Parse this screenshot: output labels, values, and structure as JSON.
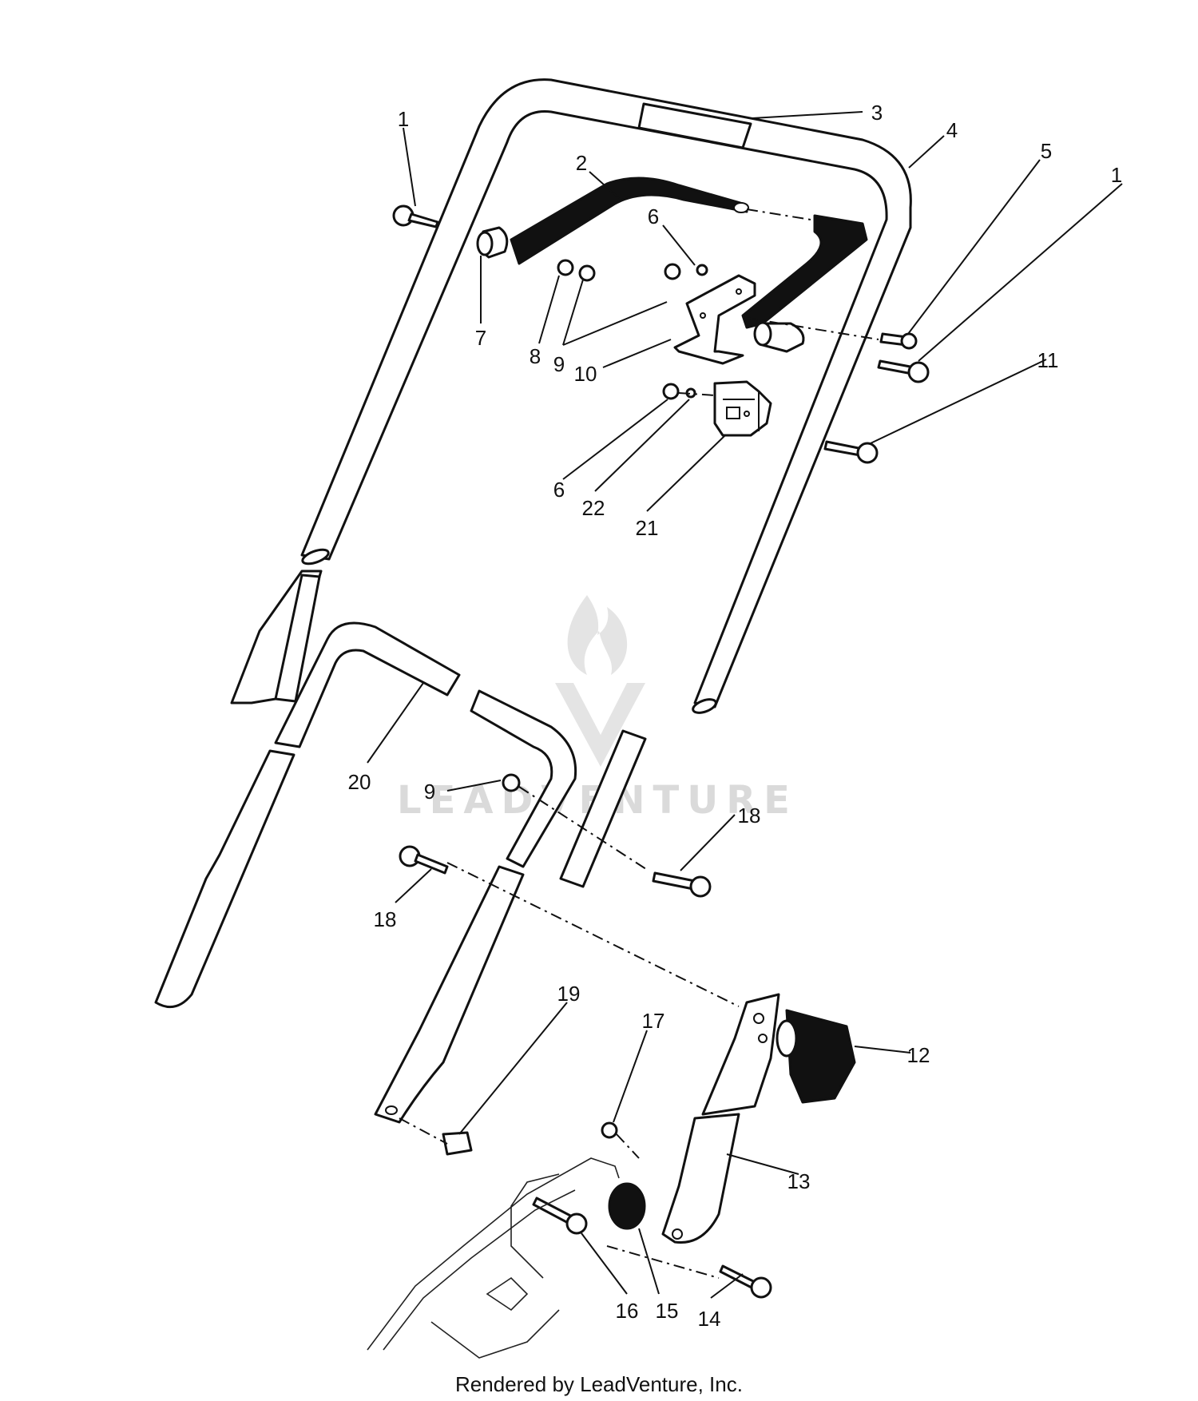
{
  "diagram": {
    "callouts": [
      {
        "id": "c1a",
        "label": "1"
      },
      {
        "id": "c1b",
        "label": "1"
      },
      {
        "id": "c2",
        "label": "2"
      },
      {
        "id": "c3",
        "label": "3"
      },
      {
        "id": "c4",
        "label": "4"
      },
      {
        "id": "c5",
        "label": "5"
      },
      {
        "id": "c6a",
        "label": "6"
      },
      {
        "id": "c6b",
        "label": "6"
      },
      {
        "id": "c7",
        "label": "7"
      },
      {
        "id": "c8",
        "label": "8"
      },
      {
        "id": "c9a",
        "label": "9"
      },
      {
        "id": "c9b",
        "label": "9"
      },
      {
        "id": "c10",
        "label": "10"
      },
      {
        "id": "c11",
        "label": "11"
      },
      {
        "id": "c12",
        "label": "12"
      },
      {
        "id": "c13",
        "label": "13"
      },
      {
        "id": "c14",
        "label": "14"
      },
      {
        "id": "c15",
        "label": "15"
      },
      {
        "id": "c16",
        "label": "16"
      },
      {
        "id": "c17",
        "label": "17"
      },
      {
        "id": "c18a",
        "label": "18"
      },
      {
        "id": "c18b",
        "label": "18"
      },
      {
        "id": "c19",
        "label": "19"
      },
      {
        "id": "c20",
        "label": "20"
      },
      {
        "id": "c21",
        "label": "21"
      },
      {
        "id": "c22",
        "label": "22"
      }
    ],
    "watermark": "LEADVENTURE",
    "credit": "Rendered by LeadVenture, Inc."
  }
}
